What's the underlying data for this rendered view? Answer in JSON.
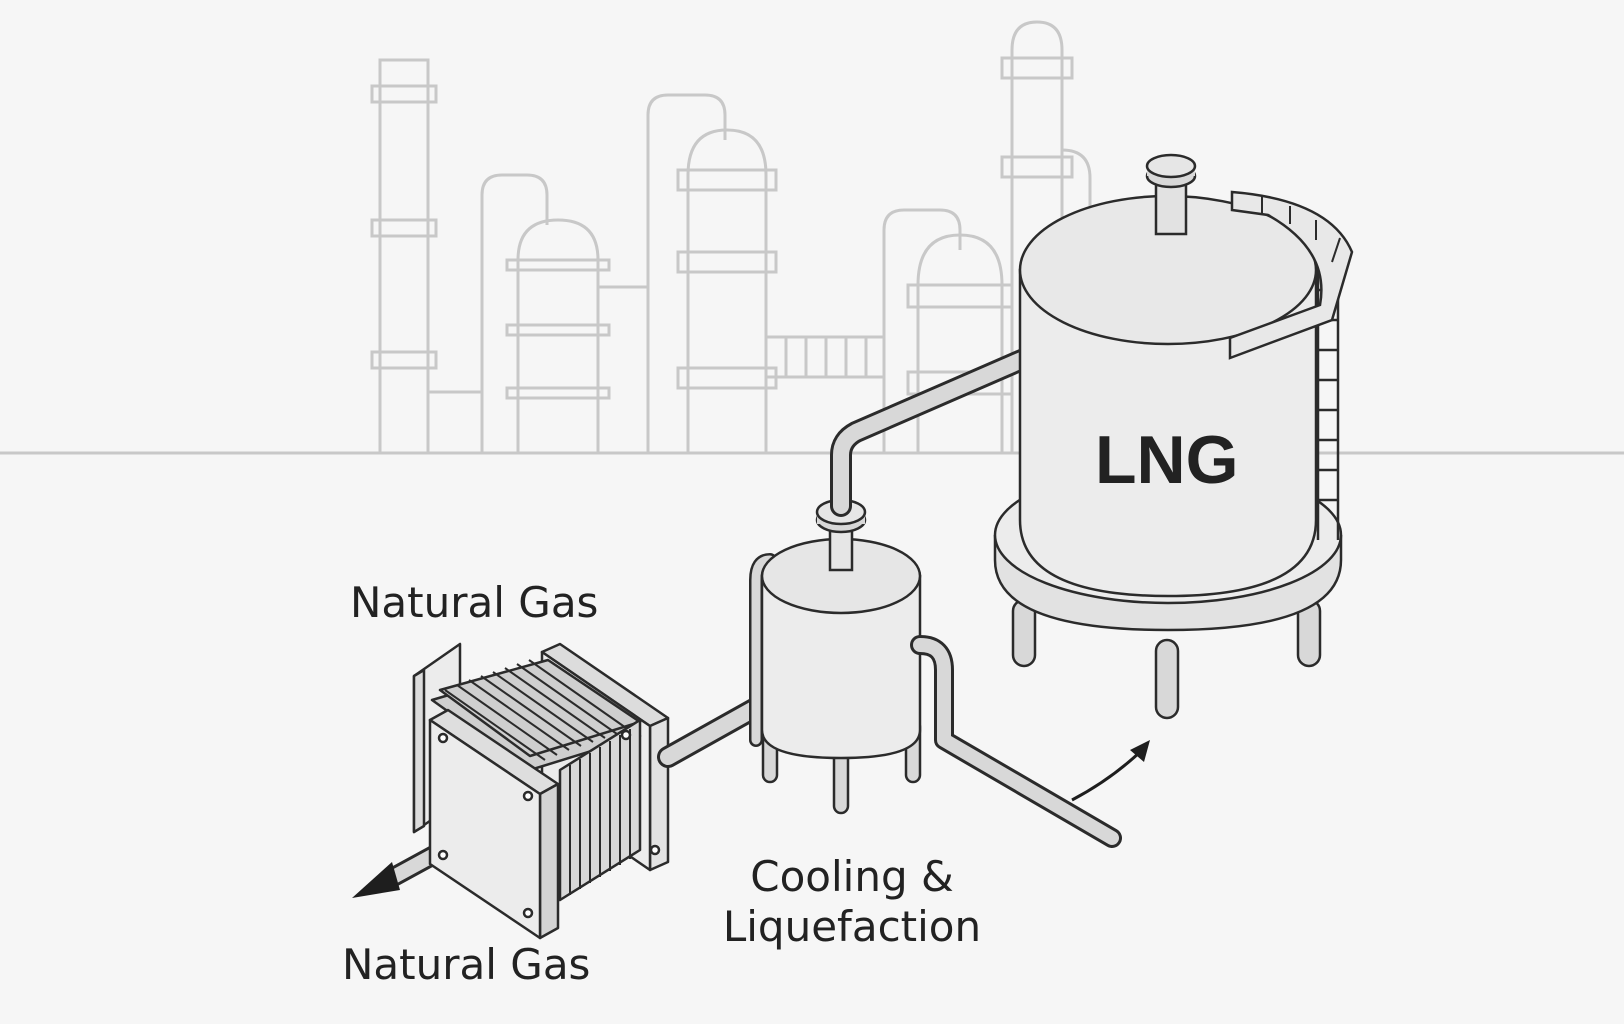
{
  "labels": {
    "inlet_top": "Natural Gas",
    "outlet_bottom": "Natural Gas",
    "process_line1": "Cooling &",
    "process_line2": "Liquefaction",
    "tank": "LNG"
  },
  "colors": {
    "background": "#f6f6f6",
    "skyline_stroke": "#c8c8c8",
    "equipment_fill": "#ececec",
    "equipment_stroke": "#2b2b2b",
    "pipe_fill": "#d8d8d8",
    "text": "#222222"
  },
  "icons": {
    "outlet_arrow": "arrow-head-icon",
    "return_arrow": "curved-arrow-icon"
  }
}
